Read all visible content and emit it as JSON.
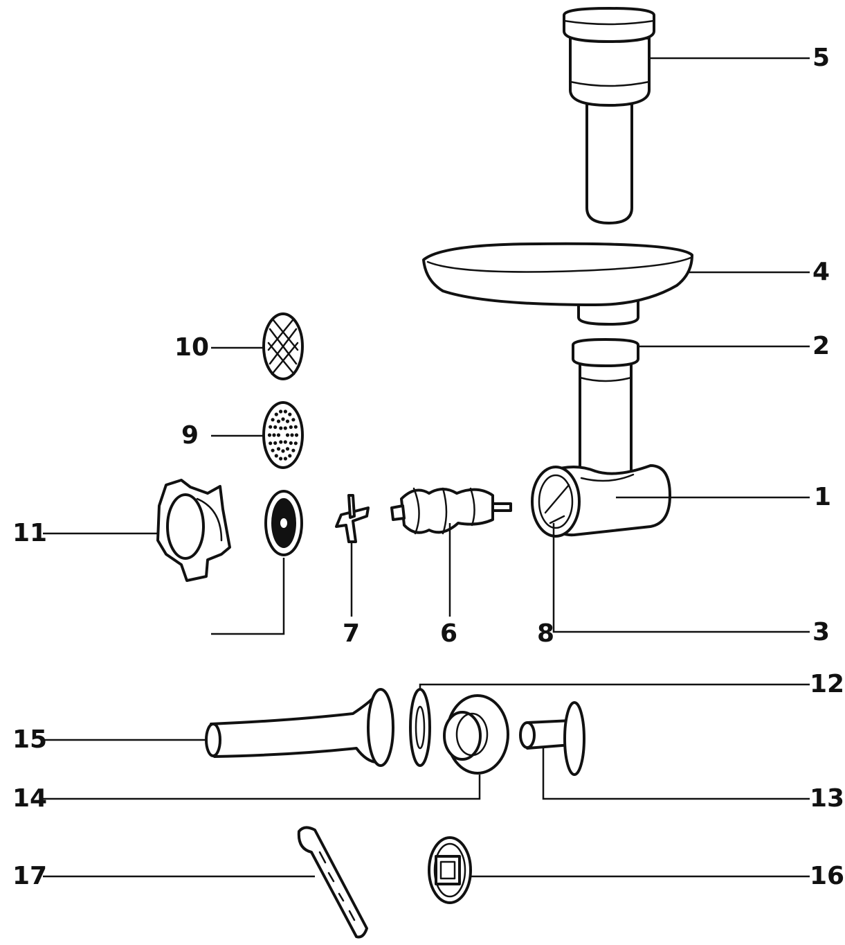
{
  "diagram": {
    "labels": {
      "p1": "1",
      "p2": "2",
      "p3": "3",
      "p4": "4",
      "p5": "5",
      "p6": "6",
      "p7": "7",
      "p8": "8",
      "p9": "9",
      "p10": "10",
      "p11": "11",
      "p12": "12",
      "p13": "13",
      "p14": "14",
      "p15": "15",
      "p16": "16",
      "p17": "17"
    },
    "colors": {
      "line": "#111111",
      "background": "#ffffff"
    }
  }
}
